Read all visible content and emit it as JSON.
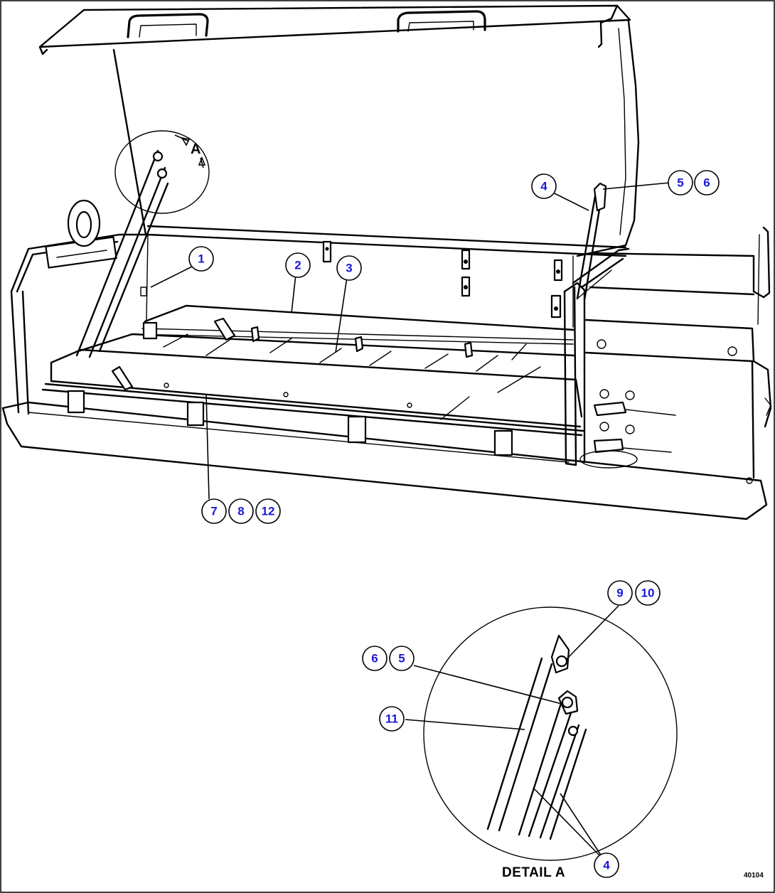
{
  "balloons": {
    "b1": "1",
    "b2": "2",
    "b3": "3",
    "b4_main": "4",
    "b5_main": "5",
    "b6_main": "6",
    "b7": "7",
    "b8": "8",
    "b12": "12",
    "b9": "9",
    "b10": "10",
    "b6_detail": "6",
    "b5_detail": "5",
    "b11": "11",
    "b4_detail": "4"
  },
  "detail_reference": "A",
  "detail_label": "DETAIL A",
  "drawing_number": "40104",
  "colors": {
    "line": "#000000",
    "balloon_text": "#1a1ad6",
    "background": "#ffffff"
  }
}
